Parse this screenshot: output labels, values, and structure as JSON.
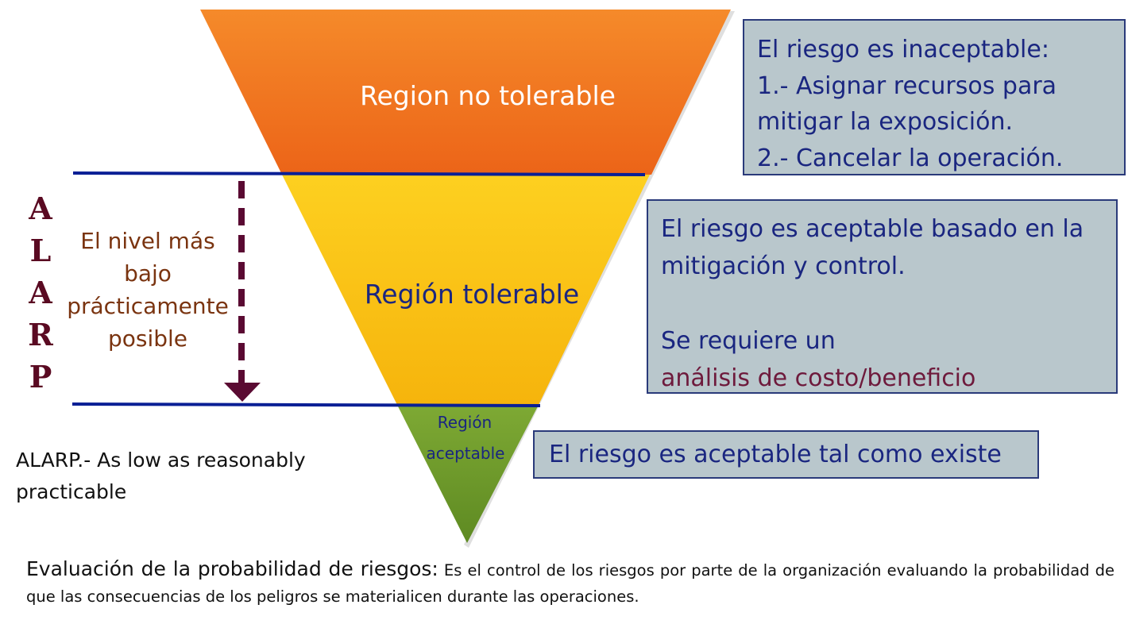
{
  "funnel": {
    "top_label": "Region no tolerable",
    "middle_label": "Región tolerable",
    "bottom_label_line1": "Región",
    "bottom_label_line2": "aceptable",
    "colors": {
      "top": "#f07020",
      "middle": "#fcc010",
      "bottom": "#76a030",
      "divider": "#0a1f95",
      "arrow": "#5a0a32"
    }
  },
  "boxes": {
    "inaceptable": {
      "lines": [
        "El riesgo es inaceptable:",
        "1.- Asignar recursos para",
        "mitigar la exposición.",
        "2.- Cancelar la operación."
      ]
    },
    "tolerable": {
      "line1": "El riesgo es aceptable basado en la",
      "line2": "mitigación y control.",
      "line3": "Se requiere un",
      "line4": "análisis de  costo/beneficio"
    },
    "aceptable": {
      "text": "El riesgo es aceptable tal como existe"
    }
  },
  "alarp": {
    "letters": [
      "A",
      "L",
      "A",
      "R",
      "P"
    ],
    "description": [
      "El nivel más",
      "bajo",
      "prácticamente",
      "posible"
    ],
    "definition_line1": "ALARP.- As low as reasonably",
    "definition_line2": "practicable"
  },
  "footer": {
    "bold": "Evaluación de la probabilidad de riesgos:",
    "text": " Es el control de los riesgos por parte de la organización evaluando la probabilidad de que  las consecuencias de los peligros se materialicen durante las operaciones."
  }
}
